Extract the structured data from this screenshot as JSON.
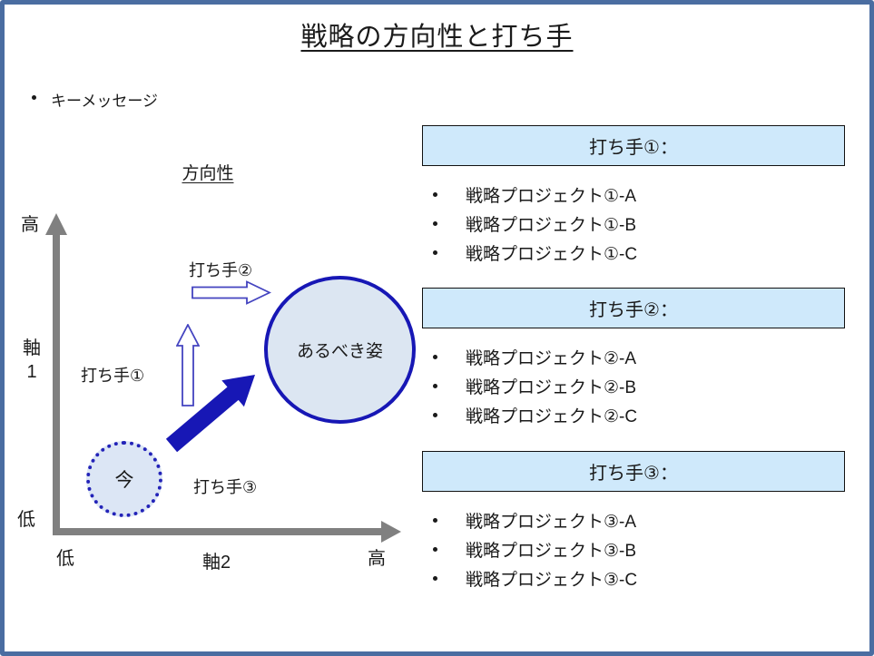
{
  "slide": {
    "title": "戦略の方向性と打ち手",
    "key_message": "キーメッセージ"
  },
  "matrix": {
    "heading": "方向性",
    "y_axis": {
      "high": "高",
      "label_lines": [
        "軸",
        "1"
      ],
      "low": "低"
    },
    "x_axis": {
      "low": "低",
      "label": "軸2",
      "high": "高"
    },
    "current_state": "今",
    "target_state": "あるべき姿",
    "measure1_label": "打ち手①",
    "measure2_label": "打ち手②",
    "measure3_label": "打ち手③"
  },
  "measures": [
    {
      "header": "打ち手①：",
      "items": [
        "戦略プロジェクト①-A",
        "戦略プロジェクト①-B",
        "戦略プロジェクト①-C"
      ]
    },
    {
      "header": "打ち手②：",
      "items": [
        "戦略プロジェクト②-A",
        "戦略プロジェクト②-B",
        "戦略プロジェクト②-C"
      ]
    },
    {
      "header": "打ち手③：",
      "items": [
        "戦略プロジェクト③-A",
        "戦略プロジェクト③-B",
        "戦略プロジェクト③-C"
      ]
    }
  ],
  "colors": {
    "frame_blue": "#4a6da1",
    "accent_blue": "#1717b5",
    "hollow_arrow_blue": "#4444c0",
    "shape_fill_blue": "#dce6f2",
    "header_fill_blue": "#cfe9fb",
    "axis_gray": "#808080"
  }
}
